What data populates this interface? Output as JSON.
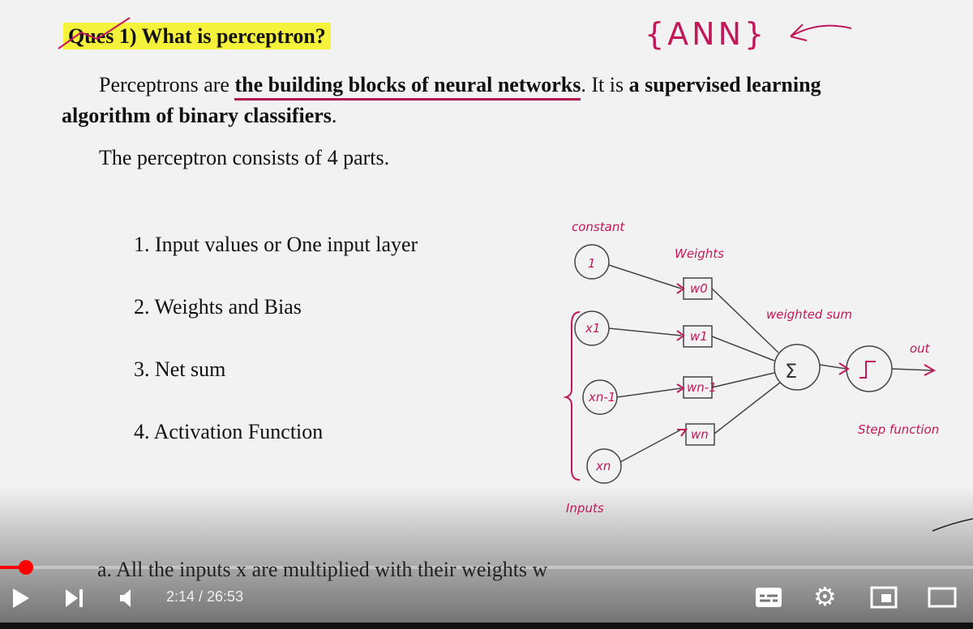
{
  "slide": {
    "question": "Ques 1) What is perceptron?",
    "annotation_top": "{ANN}",
    "para1_a": "Perceptrons are ",
    "para1_b": "the building blocks of neural networks",
    "para1_c": ". It is ",
    "para1_d": "a supervised learning algorithm of binary classifiers",
    "para1_e": ".",
    "para2": "The perceptron consists of 4 parts.",
    "parts": [
      "1.  Input values or One input layer",
      "2.  Weights and Bias",
      "3.  Net sum",
      "4.  Activation Function"
    ],
    "bottom_text": "a. All the inputs x are multiplied with their weights w",
    "diagram": {
      "constant": "constant",
      "weights": "Weights",
      "inputs": "Inputs",
      "weighted_sum": "weighted sum",
      "out": "out",
      "step_function": "Step function",
      "nodes": [
        "1",
        "x1",
        "xn-1",
        "xn"
      ],
      "weight_boxes": [
        "w0",
        "w1",
        "wn-1",
        "wn"
      ],
      "sum_symbol": "Σ"
    }
  },
  "player": {
    "current_time": "2:14",
    "duration": "26:53",
    "time_display": "2:14 / 26:53",
    "progress_fraction": 0.027,
    "accent": "#ff0000"
  }
}
